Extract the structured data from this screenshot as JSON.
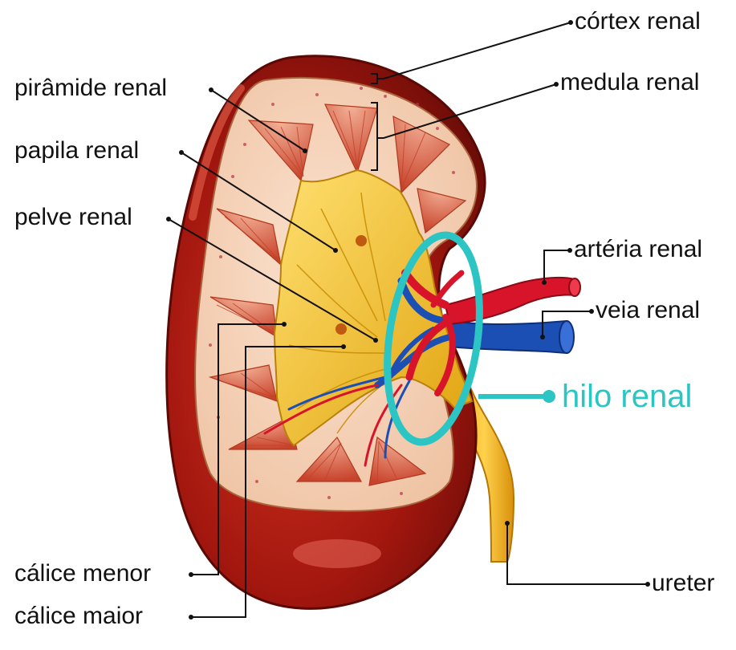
{
  "labels": {
    "cortex": "córtex renal",
    "medula": "medula renal",
    "piramide": "pirâmide renal",
    "papila": "papila renal",
    "pelve": "pelve renal",
    "arteria": "artéria renal",
    "veia": "veia renal",
    "hilo": "hilo renal",
    "calice_menor": "cálice menor",
    "calice_maior": "cálice maior",
    "ureter": "ureter"
  },
  "colors": {
    "capsule": "#a3170f",
    "cortex": "#f6d2b8",
    "pyramid": "#cf4a30",
    "pelvis": "#f2c319",
    "artery": "#d8142b",
    "vein": "#1c4fb4",
    "hilo_highlight": "#2dc4c4",
    "leader": "#111111"
  }
}
